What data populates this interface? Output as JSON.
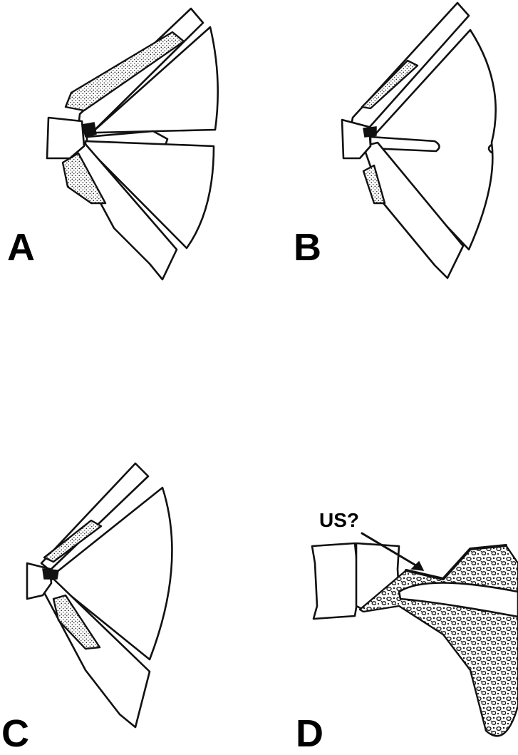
{
  "panels": [
    {
      "id": "A",
      "label": "A"
    },
    {
      "id": "B",
      "label": "B"
    },
    {
      "id": "C",
      "label": "C"
    },
    {
      "id": "D",
      "label": "D"
    }
  ],
  "annotations": {
    "d_arrow_label": "US?"
  },
  "colors": {
    "ink": "#111111",
    "background": "#ffffff",
    "stipple": "#222222"
  }
}
